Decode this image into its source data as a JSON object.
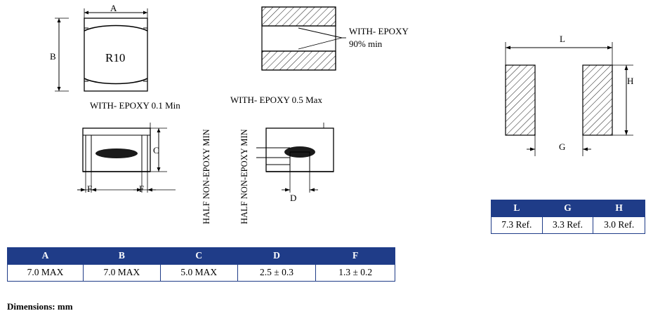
{
  "diagram": {
    "title_note": "Dimensions: mm",
    "labels": {
      "dim_a": "A",
      "dim_b": "B",
      "dim_c": "C",
      "dim_d": "D",
      "dim_f_left": "F",
      "dim_f_right": "F",
      "dim_l": "L",
      "dim_g": "G",
      "dim_h": "H",
      "radius": "R10",
      "epoxy_90_line1": "WITH- EPOXY",
      "epoxy_90_line2": "90%  min",
      "epoxy_min": "WITH- EPOXY 0.1 Min",
      "epoxy_max": "WITH- EPOXY 0.5 Max",
      "half_non_epoxy_left": "HALF NON-EPOXY  MIN",
      "half_non_epoxy_right": "HALF NON-EPOXY  MIN"
    }
  },
  "tables": {
    "main": {
      "headers": [
        "A",
        "B",
        "C",
        "D",
        "F"
      ],
      "rows": [
        [
          "7.0 MAX",
          "7.0 MAX",
          "5.0 MAX",
          "2.5 ± 0.3",
          "1.3 ± 0.2"
        ]
      ]
    },
    "pad": {
      "headers": [
        "L",
        "G",
        "H"
      ],
      "rows": [
        [
          "7.3 Ref.",
          "3.3 Ref.",
          "3.0 Ref."
        ]
      ]
    }
  },
  "colors": {
    "table_header_bg": "#1F3C88",
    "table_border": "#1F3C88",
    "line": "#000000",
    "hatch": "#000000"
  }
}
